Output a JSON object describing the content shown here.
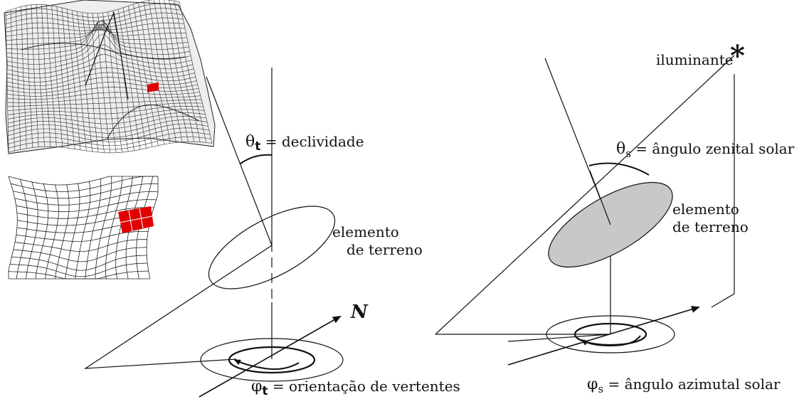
{
  "panels": {
    "left": {
      "theta_symbol": "θ",
      "theta_sub": "t",
      "theta_text": " = declividade",
      "element_line1": "elemento",
      "element_line2": "de terreno",
      "phi_symbol": "φ",
      "phi_sub": "t",
      "phi_text": " = orientação de vertentes",
      "north_label": "N"
    },
    "right": {
      "illuminant_label": "iluminante",
      "star_symbol": "*",
      "theta_symbol": "θ",
      "theta_sub": "s",
      "theta_text": " = ângulo zenital solar",
      "element_line1": "elemento",
      "element_line2": "de terreno",
      "phi_symbol": "φ",
      "phi_sub": "s",
      "phi_text": " = ângulo azimutal solar"
    }
  },
  "colors": {
    "highlight_cell": "#e00000",
    "ellipse_fill": "#c8c8c8",
    "line": "#111111"
  }
}
